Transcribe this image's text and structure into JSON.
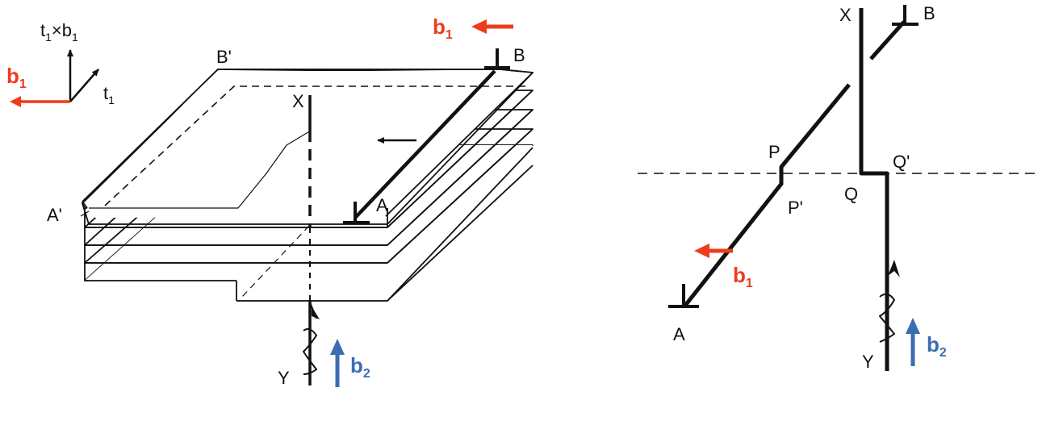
{
  "colors": {
    "burgers_b1": "#ef3b1e",
    "burgers_b2": "#3b6db3",
    "ink": "#111111",
    "background": "#ffffff"
  },
  "left_diagram": {
    "axes": {
      "normal_label_main": "t",
      "normal_label_sub1": "1",
      "normal_label_times": "×b",
      "normal_label_sub2": "1",
      "tangent_label_main": "t",
      "tangent_label_sub": "1",
      "burgers_label_main": "b",
      "burgers_label_sub": "1"
    },
    "b1_top": {
      "main": "b",
      "sub": "1"
    },
    "b2": {
      "main": "b",
      "sub": "2"
    },
    "points": {
      "B_prime": "B'",
      "B": "B",
      "A": "A",
      "A_prime": "A'",
      "X": "X",
      "Y": "Y"
    }
  },
  "right_diagram": {
    "points": {
      "X": "X",
      "B": "B",
      "P": "P",
      "P_prime": "P'",
      "Q": "Q",
      "Q_prime": "Q'",
      "A": "A",
      "Y": "Y"
    },
    "b1": {
      "main": "b",
      "sub": "1"
    },
    "b2": {
      "main": "b",
      "sub": "2"
    }
  }
}
